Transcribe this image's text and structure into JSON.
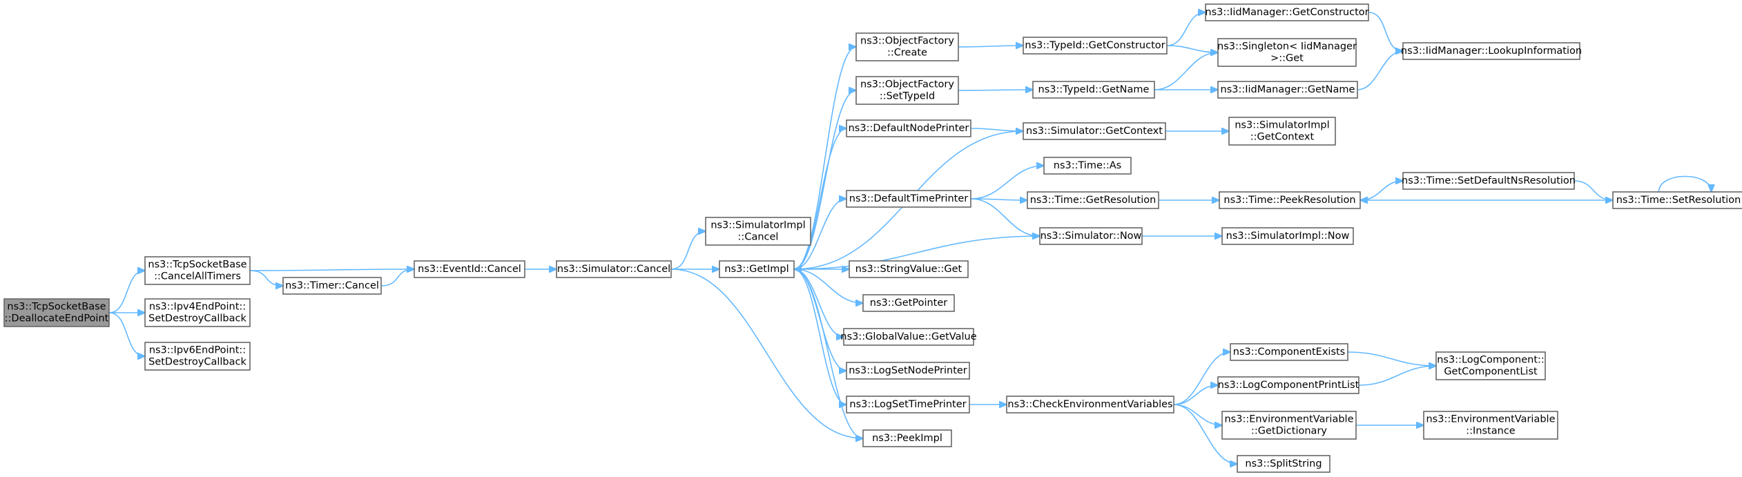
{
  "graph": {
    "colors": {
      "edge": "#63b8ff",
      "node_border": "#666666",
      "node_fill": "#ffffff",
      "focus_fill": "#999999",
      "text": "#000000"
    },
    "nodes": [
      {
        "id": "dealloc",
        "lines": [
          "ns3::TcpSocketBase",
          "::DeallocateEndPoint"
        ],
        "focus": true
      },
      {
        "id": "cancelAllTimers",
        "lines": [
          "ns3::TcpSocketBase",
          "::CancelAllTimers"
        ]
      },
      {
        "id": "ipv4SetDestroy",
        "lines": [
          "ns3::Ipv4EndPoint::",
          "SetDestroyCallback"
        ]
      },
      {
        "id": "ipv6SetDestroy",
        "lines": [
          "ns3::Ipv6EndPoint::",
          "SetDestroyCallback"
        ]
      },
      {
        "id": "timerCancel",
        "lines": [
          "ns3::Timer::Cancel"
        ]
      },
      {
        "id": "eventIdCancel",
        "lines": [
          "ns3::EventId::Cancel"
        ]
      },
      {
        "id": "simCancel",
        "lines": [
          "ns3::Simulator::Cancel"
        ]
      },
      {
        "id": "simImplCancel",
        "lines": [
          "ns3::SimulatorImpl",
          "::Cancel"
        ]
      },
      {
        "id": "getImpl",
        "lines": [
          "ns3::GetImpl"
        ]
      },
      {
        "id": "peekImpl",
        "lines": [
          "ns3::PeekImpl"
        ]
      },
      {
        "id": "objFactoryCreate",
        "lines": [
          "ns3::ObjectFactory",
          "::Create"
        ]
      },
      {
        "id": "objFactorySetTypeId",
        "lines": [
          "ns3::ObjectFactory",
          "::SetTypeId"
        ]
      },
      {
        "id": "defaultNodePrinter",
        "lines": [
          "ns3::DefaultNodePrinter"
        ]
      },
      {
        "id": "defaultTimePrinter",
        "lines": [
          "ns3::DefaultTimePrinter"
        ]
      },
      {
        "id": "stringValueGet",
        "lines": [
          "ns3::StringValue::Get"
        ]
      },
      {
        "id": "getPointer",
        "lines": [
          "ns3::GetPointer"
        ]
      },
      {
        "id": "globalValueGetValue",
        "lines": [
          "ns3::GlobalValue::GetValue"
        ]
      },
      {
        "id": "logSetNodePrinter",
        "lines": [
          "ns3::LogSetNodePrinter"
        ]
      },
      {
        "id": "logSetTimePrinter",
        "lines": [
          "ns3::LogSetTimePrinter"
        ]
      },
      {
        "id": "typeIdGetConstructor",
        "lines": [
          "ns3::TypeId::GetConstructor"
        ]
      },
      {
        "id": "typeIdGetName",
        "lines": [
          "ns3::TypeId::GetName"
        ]
      },
      {
        "id": "simGetContext",
        "lines": [
          "ns3::Simulator::GetContext"
        ]
      },
      {
        "id": "timeAs",
        "lines": [
          "ns3::Time::As"
        ]
      },
      {
        "id": "timeGetResolution",
        "lines": [
          "ns3::Time::GetResolution"
        ]
      },
      {
        "id": "simNow",
        "lines": [
          "ns3::Simulator::Now"
        ]
      },
      {
        "id": "checkEnvVars",
        "lines": [
          "ns3::CheckEnvironmentVariables"
        ]
      },
      {
        "id": "iidGetConstructor",
        "lines": [
          "ns3::IidManager::GetConstructor"
        ]
      },
      {
        "id": "singletonGet",
        "lines": [
          "ns3::Singleton< IidManager",
          " >::Get"
        ]
      },
      {
        "id": "iidGetName",
        "lines": [
          "ns3::IidManager::GetName"
        ]
      },
      {
        "id": "simImplGetContext",
        "lines": [
          "ns3::SimulatorImpl",
          "::GetContext"
        ]
      },
      {
        "id": "timePeekResolution",
        "lines": [
          "ns3::Time::PeekResolution"
        ]
      },
      {
        "id": "simImplNow",
        "lines": [
          "ns3::SimulatorImpl::Now"
        ]
      },
      {
        "id": "componentExists",
        "lines": [
          "ns3::ComponentExists"
        ]
      },
      {
        "id": "logComponentPrintList",
        "lines": [
          "ns3::LogComponentPrintList"
        ]
      },
      {
        "id": "envVarGetDictionary",
        "lines": [
          "ns3::EnvironmentVariable",
          "::GetDictionary"
        ]
      },
      {
        "id": "splitString",
        "lines": [
          "ns3::SplitString"
        ]
      },
      {
        "id": "iidLookupInformation",
        "lines": [
          "ns3::IidManager::LookupInformation"
        ]
      },
      {
        "id": "timeSetDefaultNsResolution",
        "lines": [
          "ns3::Time::SetDefaultNsResolution"
        ]
      },
      {
        "id": "logComponentGetList",
        "lines": [
          "ns3::LogComponent::",
          "GetComponentList"
        ]
      },
      {
        "id": "envVarInstance",
        "lines": [
          "ns3::EnvironmentVariable",
          "::Instance"
        ]
      },
      {
        "id": "timeSetResolution",
        "lines": [
          "ns3::Time::SetResolution"
        ]
      }
    ],
    "edges": [
      [
        "dealloc",
        "cancelAllTimers"
      ],
      [
        "dealloc",
        "ipv4SetDestroy"
      ],
      [
        "dealloc",
        "ipv6SetDestroy"
      ],
      [
        "cancelAllTimers",
        "eventIdCancel"
      ],
      [
        "cancelAllTimers",
        "timerCancel"
      ],
      [
        "timerCancel",
        "eventIdCancel"
      ],
      [
        "eventIdCancel",
        "simCancel"
      ],
      [
        "simCancel",
        "simImplCancel"
      ],
      [
        "simCancel",
        "getImpl"
      ],
      [
        "simCancel",
        "peekImpl"
      ],
      [
        "getImpl",
        "objFactoryCreate"
      ],
      [
        "getImpl",
        "objFactorySetTypeId"
      ],
      [
        "getImpl",
        "defaultNodePrinter"
      ],
      [
        "getImpl",
        "defaultTimePrinter"
      ],
      [
        "getImpl",
        "stringValueGet"
      ],
      [
        "getImpl",
        "getPointer"
      ],
      [
        "getImpl",
        "globalValueGetValue"
      ],
      [
        "getImpl",
        "logSetNodePrinter"
      ],
      [
        "getImpl",
        "logSetTimePrinter"
      ],
      [
        "getImpl",
        "peekImpl"
      ],
      [
        "simGetContext",
        "getImpl"
      ],
      [
        "simNow",
        "getImpl"
      ],
      [
        "objFactoryCreate",
        "typeIdGetConstructor"
      ],
      [
        "objFactorySetTypeId",
        "typeIdGetName"
      ],
      [
        "defaultNodePrinter",
        "simGetContext"
      ],
      [
        "defaultTimePrinter",
        "timeAs"
      ],
      [
        "defaultTimePrinter",
        "timeGetResolution"
      ],
      [
        "defaultTimePrinter",
        "simNow"
      ],
      [
        "logSetTimePrinter",
        "checkEnvVars"
      ],
      [
        "typeIdGetConstructor",
        "iidGetConstructor"
      ],
      [
        "typeIdGetConstructor",
        "singletonGet"
      ],
      [
        "typeIdGetName",
        "singletonGet"
      ],
      [
        "typeIdGetName",
        "iidGetName"
      ],
      [
        "iidGetConstructor",
        "iidLookupInformation"
      ],
      [
        "iidGetName",
        "iidLookupInformation"
      ],
      [
        "simGetContext",
        "simImplGetContext"
      ],
      [
        "timeGetResolution",
        "timePeekResolution"
      ],
      [
        "simNow",
        "simImplNow"
      ],
      [
        "checkEnvVars",
        "componentExists"
      ],
      [
        "checkEnvVars",
        "logComponentPrintList"
      ],
      [
        "checkEnvVars",
        "envVarGetDictionary"
      ],
      [
        "checkEnvVars",
        "splitString"
      ],
      [
        "componentExists",
        "logComponentGetList"
      ],
      [
        "logComponentPrintList",
        "logComponentGetList"
      ],
      [
        "envVarGetDictionary",
        "envVarInstance"
      ],
      [
        "timePeekResolution",
        "timeSetDefaultNsResolution"
      ],
      [
        "timeSetDefaultNsResolution",
        "timeSetResolution"
      ],
      [
        "timeSetResolution",
        "timePeekResolution"
      ],
      [
        "timeSetResolution",
        "timeSetResolution"
      ]
    ]
  }
}
